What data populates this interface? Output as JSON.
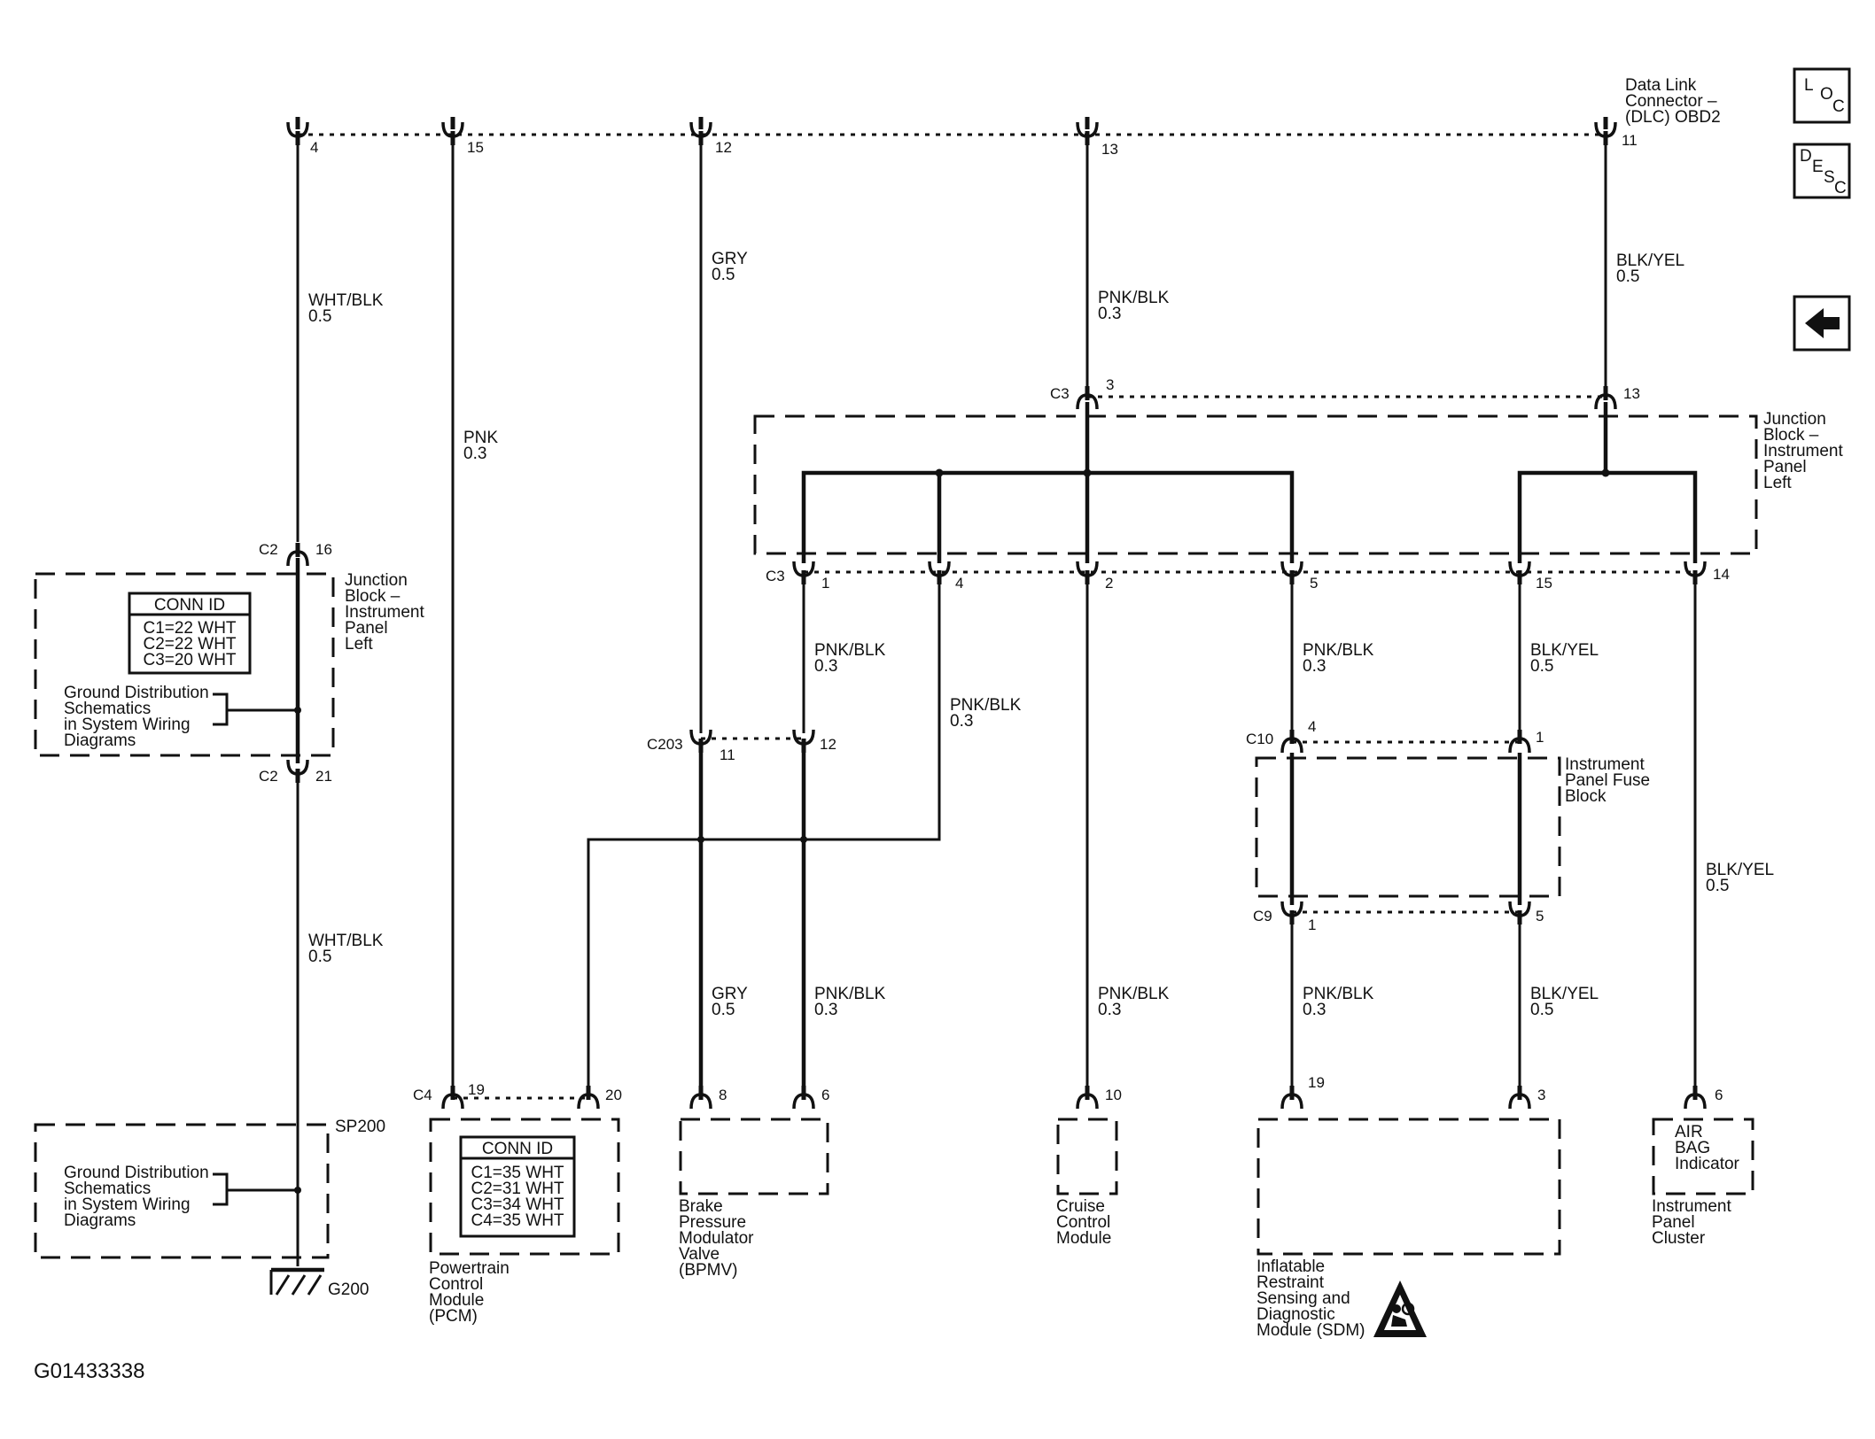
{
  "figure_id": "G01433338",
  "nav": {
    "loc": [
      "L",
      "O",
      "C"
    ],
    "desc": [
      "D",
      "E",
      "S",
      "C"
    ],
    "back_icon": "left-arrow-icon"
  },
  "dlc": {
    "lines": [
      "Data Link",
      "Connector –",
      "(DLC) OBD2"
    ]
  },
  "top_pins": [
    "4",
    "15",
    "12",
    "13",
    "11"
  ],
  "wires": {
    "wht_blk": [
      "WHT/BLK",
      "0.5"
    ],
    "pnk": [
      "PNK",
      "0.3"
    ],
    "gry": [
      "GRY",
      "0.5"
    ],
    "pnk_blk_03": [
      "PNK/BLK",
      "0.3"
    ],
    "blk_yel_05": [
      "BLK/YEL",
      "0.5"
    ]
  },
  "jb_right": {
    "label": [
      "Junction",
      "Block –",
      "Instrument",
      "Panel",
      "Left"
    ],
    "top_connector": "C3",
    "top_pins": [
      "3",
      "13"
    ],
    "bottom_connector": "C3",
    "bottom_pins": [
      "1",
      "4",
      "2",
      "5",
      "15",
      "14"
    ]
  },
  "jb_left": {
    "label": [
      "Junction",
      "Block –",
      "Instrument",
      "Panel",
      "Left"
    ],
    "top_connector": "C2",
    "top_pin": "16",
    "bottom_connector": "C2",
    "bottom_pin": "21",
    "conn_id_title": "CONN ID",
    "conn_id_rows": [
      "C1=22 WHT",
      "C2=22 WHT",
      "C3=20 WHT"
    ],
    "ground_ref": [
      "Ground Distribution",
      "Schematics",
      "in System Wiring",
      "Diagrams"
    ]
  },
  "sp200": {
    "label": "SP200",
    "ground_ref": [
      "Ground Distribution",
      "Schematics",
      "in System Wiring",
      "Diagrams"
    ],
    "ground_label": "G200"
  },
  "c203": {
    "connector": "C203",
    "pins": [
      "11",
      "12"
    ]
  },
  "fuse_block": {
    "label": [
      "Instrument",
      "Panel Fuse",
      "Block"
    ],
    "top_connector": "C10",
    "top_pins": [
      "4",
      "1"
    ],
    "bottom_connector": "C9",
    "bottom_pins": [
      "1",
      "5"
    ]
  },
  "pcm": {
    "connector": "C4",
    "pins": [
      "19",
      "20"
    ],
    "conn_id_title": "CONN ID",
    "conn_id_rows": [
      "C1=35 WHT",
      "C2=31 WHT",
      "C3=34 WHT",
      "C4=35 WHT"
    ],
    "label": [
      "Powertrain",
      "Control",
      "Module",
      "(PCM)"
    ]
  },
  "bpmv": {
    "pins": [
      "8",
      "6"
    ],
    "label": [
      "Brake",
      "Pressure",
      "Modulator",
      "Valve",
      "(BPMV)"
    ]
  },
  "cruise": {
    "pin": "10",
    "label": [
      "Cruise",
      "Control",
      "Module"
    ]
  },
  "sdm": {
    "pins": [
      "19",
      "3"
    ],
    "label": [
      "Inflatable",
      "Restraint",
      "Sensing and",
      "Diagnostic",
      "Module (SDM)"
    ],
    "warning_icon": "airbag-warning-icon"
  },
  "ipc": {
    "pin": "6",
    "inner": [
      "AIR",
      "BAG",
      "Indicator"
    ],
    "label": [
      "Instrument",
      "Panel",
      "Cluster"
    ]
  }
}
